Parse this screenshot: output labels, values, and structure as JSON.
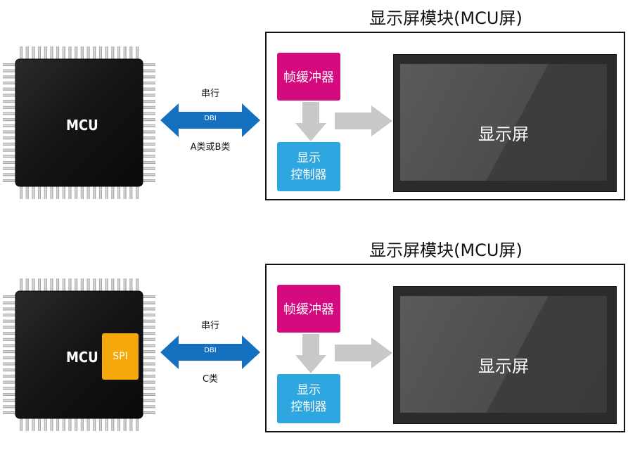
{
  "sections": [
    {
      "module_title": "显示屏模块(MCU屏)",
      "buffer_label": "帧缓冲器",
      "controller_line1": "显示",
      "controller_line2": "控制器",
      "screen_label": "显示屏",
      "mcu_label": "MCU",
      "link_top": "串行",
      "link_mid": "DBI",
      "link_bottom": "A类或B类"
    },
    {
      "module_title": "显示屏模块(MCU屏)",
      "buffer_label": "帧缓冲器",
      "controller_line1": "显示",
      "controller_line2": "控制器",
      "screen_label": "显示屏",
      "mcu_label": "MCU",
      "spi_label": "SPI",
      "link_top": "串行",
      "link_mid": "DBI",
      "link_bottom": "C类"
    }
  ],
  "colors": {
    "buffer": "#d60a7f",
    "controller": "#2ea6df",
    "link_arrow": "#1570c0",
    "spi": "#f5a80a",
    "gray_arrow": "#c8c8c8",
    "chip_body": "#111111"
  }
}
